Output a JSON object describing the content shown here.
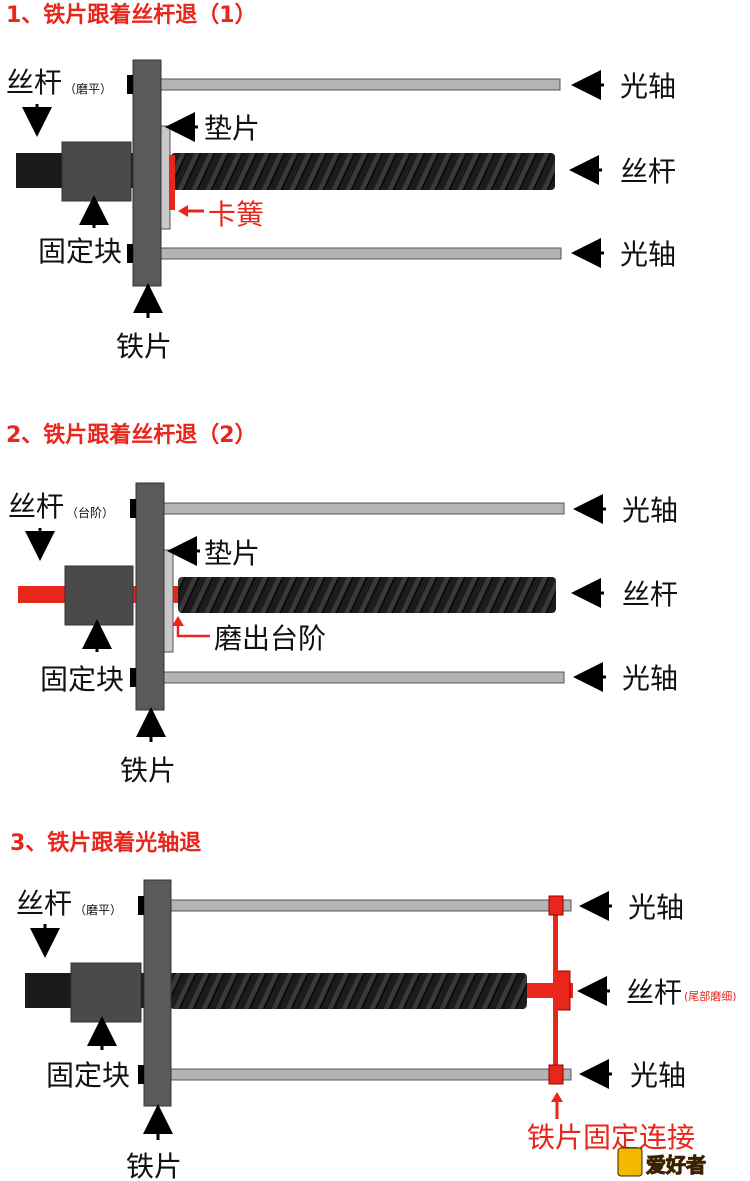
{
  "colors": {
    "accent_red": "#e8261c",
    "plate": "#5a5a5a",
    "rod": "#b4b4b4",
    "screw_dark": "#1a1a1a",
    "block": "#4a4a4a"
  },
  "sections": [
    {
      "title": "1、铁片跟着丝杆退（1）",
      "lead_screw_label": "丝杆",
      "lead_screw_note": "（磨平）",
      "fixed_block": "固定块",
      "iron_plate": "铁片",
      "shim": "垫片",
      "circlip": "卡簧",
      "guide_rod_top": "光轴",
      "guide_rod_bottom": "光轴",
      "screw_right": "丝杆"
    },
    {
      "title": "2、铁片跟着丝杆退（2）",
      "lead_screw_label": "丝杆",
      "lead_screw_note": "（台阶）",
      "fixed_block": "固定块",
      "iron_plate": "铁片",
      "shim": "垫片",
      "step": "磨出台阶",
      "guide_rod_top": "光轴",
      "guide_rod_bottom": "光轴",
      "screw_right": "丝杆"
    },
    {
      "title": "3、铁片跟着光轴退",
      "lead_screw_label": "丝杆",
      "lead_screw_note": "（磨平）",
      "fixed_block": "固定块",
      "iron_plate": "铁片",
      "guide_rod_top": "光轴",
      "guide_rod_bottom": "光轴",
      "screw_right": "丝杆",
      "screw_right_note": "(尾部磨细)",
      "connection": "铁片固定连接"
    }
  ],
  "watermark": "爱好者"
}
